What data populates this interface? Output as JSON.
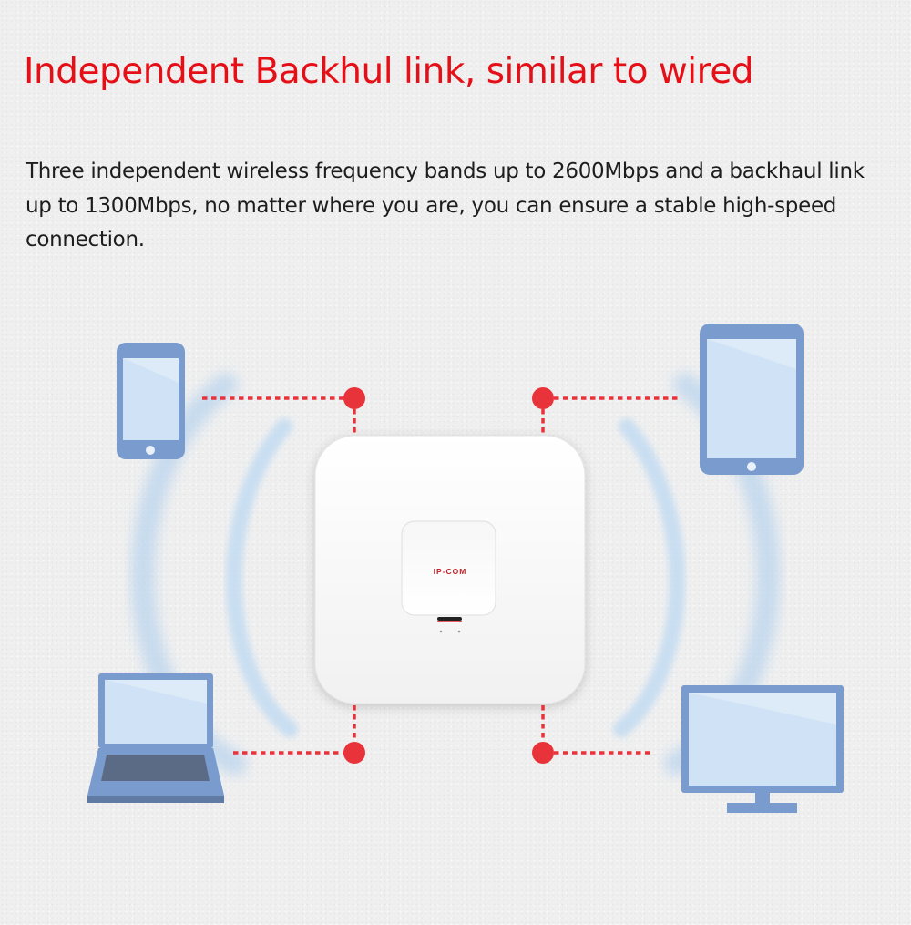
{
  "headline": "Independent Backhul link, similar to wired",
  "description": "Three independent wireless frequency bands up to 2600Mbps and a backhaul link up to 1300Mbps, no matter where you are, you can ensure a stable high-speed connection.",
  "device": {
    "brand": "IP-COM"
  },
  "colors": {
    "headline": "#e50f17",
    "connector": "#e8333a",
    "device_icon": "#7a9bcd",
    "device_screen": "#cfe2f6",
    "wave": "#b9d4ee"
  },
  "icons": [
    "smartphone-icon",
    "tablet-icon",
    "laptop-icon",
    "monitor-icon",
    "access-point-icon"
  ]
}
